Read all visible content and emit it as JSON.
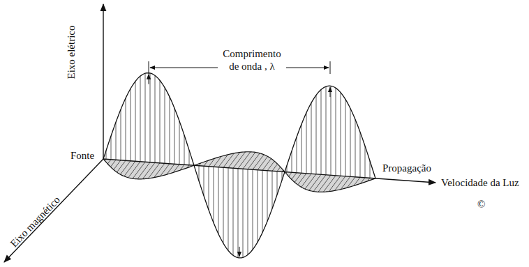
{
  "diagram": {
    "labels": [
      "Comprimento de onda , λ",
      "Eixo elétrico",
      "Fonte",
      "Propagação",
      "Velocidade da Luz",
      "©",
      "Eixo magnético"
    ]
  }
}
